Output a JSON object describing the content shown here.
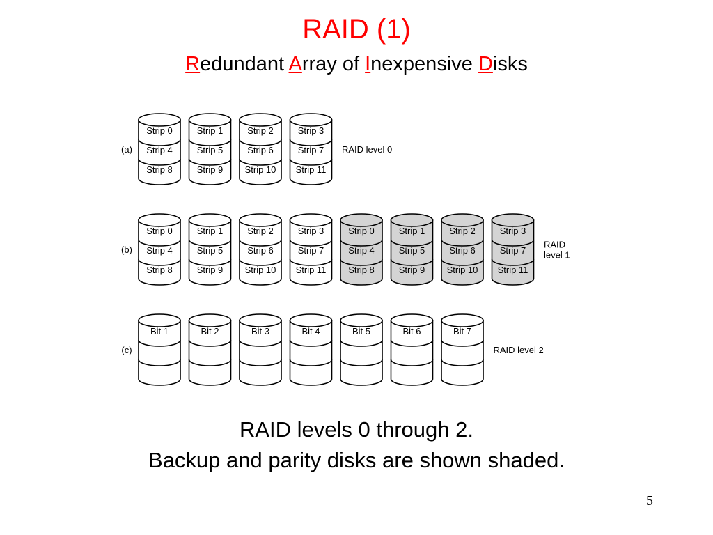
{
  "title": "RAID (1)",
  "subtitle": {
    "parts": [
      {
        "init": "R",
        "rest": "edundant "
      },
      {
        "init": "A",
        "rest": "rray of "
      },
      {
        "init": "I",
        "rest": "nexpensive "
      },
      {
        "init": "D",
        "rest": "isks"
      }
    ]
  },
  "diagram": {
    "rows": [
      {
        "tag": "(a)",
        "label_lines": [
          "RAID level 0"
        ],
        "disks": [
          {
            "strips": [
              "Strip 0",
              "Strip 4",
              "Strip 8"
            ],
            "shaded": false
          },
          {
            "strips": [
              "Strip 1",
              "Strip 5",
              "Strip 9"
            ],
            "shaded": false
          },
          {
            "strips": [
              "Strip 2",
              "Strip 6",
              "Strip 10"
            ],
            "shaded": false
          },
          {
            "strips": [
              "Strip 3",
              "Strip 7",
              "Strip 11"
            ],
            "shaded": false
          }
        ]
      },
      {
        "tag": "(b)",
        "label_lines": [
          "RAID",
          "level 1"
        ],
        "disks": [
          {
            "strips": [
              "Strip 0",
              "Strip 4",
              "Strip 8"
            ],
            "shaded": false
          },
          {
            "strips": [
              "Strip 1",
              "Strip 5",
              "Strip 9"
            ],
            "shaded": false
          },
          {
            "strips": [
              "Strip 2",
              "Strip 6",
              "Strip 10"
            ],
            "shaded": false
          },
          {
            "strips": [
              "Strip 3",
              "Strip 7",
              "Strip 11"
            ],
            "shaded": false
          },
          {
            "strips": [
              "Strip 0",
              "Strip 4",
              "Strip 8"
            ],
            "shaded": true
          },
          {
            "strips": [
              "Strip 1",
              "Strip 5",
              "Strip 9"
            ],
            "shaded": true
          },
          {
            "strips": [
              "Strip 2",
              "Strip 6",
              "Strip 10"
            ],
            "shaded": true
          },
          {
            "strips": [
              "Strip 3",
              "Strip 7",
              "Strip 11"
            ],
            "shaded": true
          }
        ]
      },
      {
        "tag": "(c)",
        "label_lines": [
          "RAID level 2"
        ],
        "disks": [
          {
            "strips": [
              "Bit 1",
              "",
              ""
            ],
            "shaded": false
          },
          {
            "strips": [
              "Bit 2",
              "",
              ""
            ],
            "shaded": false
          },
          {
            "strips": [
              "Bit 3",
              "",
              ""
            ],
            "shaded": false
          },
          {
            "strips": [
              "Bit 4",
              "",
              ""
            ],
            "shaded": false
          },
          {
            "strips": [
              "Bit 5",
              "",
              ""
            ],
            "shaded": false
          },
          {
            "strips": [
              "Bit 6",
              "",
              ""
            ],
            "shaded": false
          },
          {
            "strips": [
              "Bit 7",
              "",
              ""
            ],
            "shaded": false
          }
        ]
      }
    ],
    "colors": {
      "shaded": "#d4d4d4",
      "plain": "#ffffff",
      "stroke": "#000000",
      "title": "#ff0000"
    }
  },
  "caption": {
    "line1": "RAID levels 0 through 2.",
    "line2": "Backup and parity disks are shown shaded."
  },
  "page_number": "5"
}
